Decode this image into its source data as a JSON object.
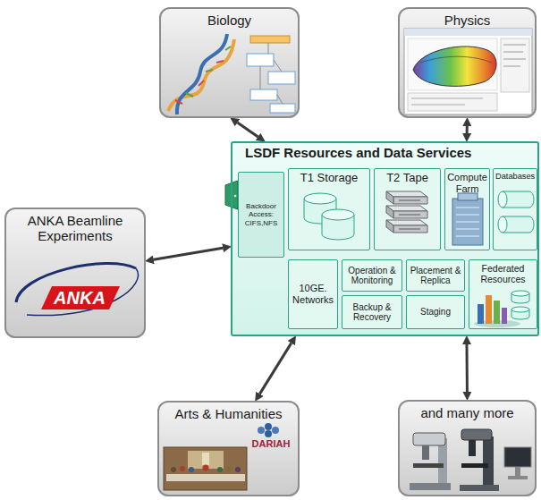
{
  "diagram": {
    "nodes": [
      {
        "text": [
          "Biology"
        ]
      },
      {
        "text": [
          "Physics"
        ]
      },
      {
        "text": [
          "LSDF Resources and Data Services"
        ]
      },
      {
        "text": [
          "Backdoor Access: CIFS,NFS"
        ],
        "in": 2
      },
      {
        "text": [
          "T1 Storage"
        ],
        "in": 2
      },
      {
        "text": [
          "T2 Tape"
        ],
        "in": 2
      },
      {
        "text": [
          "Compute Farm"
        ],
        "in": 2
      },
      {
        "text": [
          "Databases"
        ],
        "in": 2
      },
      {
        "text": [
          "10GE. Networks"
        ],
        "in": 2
      },
      {
        "text": [
          "Operation & Monitoring"
        ],
        "in": 2
      },
      {
        "text": [
          "Placement & Replica"
        ],
        "in": 2
      },
      {
        "text": [
          "Backup & Recovery"
        ],
        "in": 2
      },
      {
        "text": [
          "Staging"
        ],
        "in": 2
      },
      {
        "text": [
          "Federated Resources"
        ],
        "in": 2
      },
      {
        "text": [
          "ANKA Beamline Experiments"
        ]
      },
      {
        "text": [
          "Arts & Humanities"
        ]
      },
      {
        "text": [
          "and many more"
        ]
      }
    ],
    "edges": [
      {
        "from": 0,
        "to": 2,
        "arrow": "both"
      },
      {
        "from": 1,
        "to": 2,
        "arrow": "both"
      },
      {
        "from": 14,
        "to": 2,
        "arrow": "both"
      },
      {
        "from": 15,
        "to": 2,
        "arrow": "both"
      },
      {
        "from": 16,
        "to": 2,
        "arrow": "both"
      }
    ],
    "labels": [
      "ANKA",
      "DARIAH"
    ]
  }
}
